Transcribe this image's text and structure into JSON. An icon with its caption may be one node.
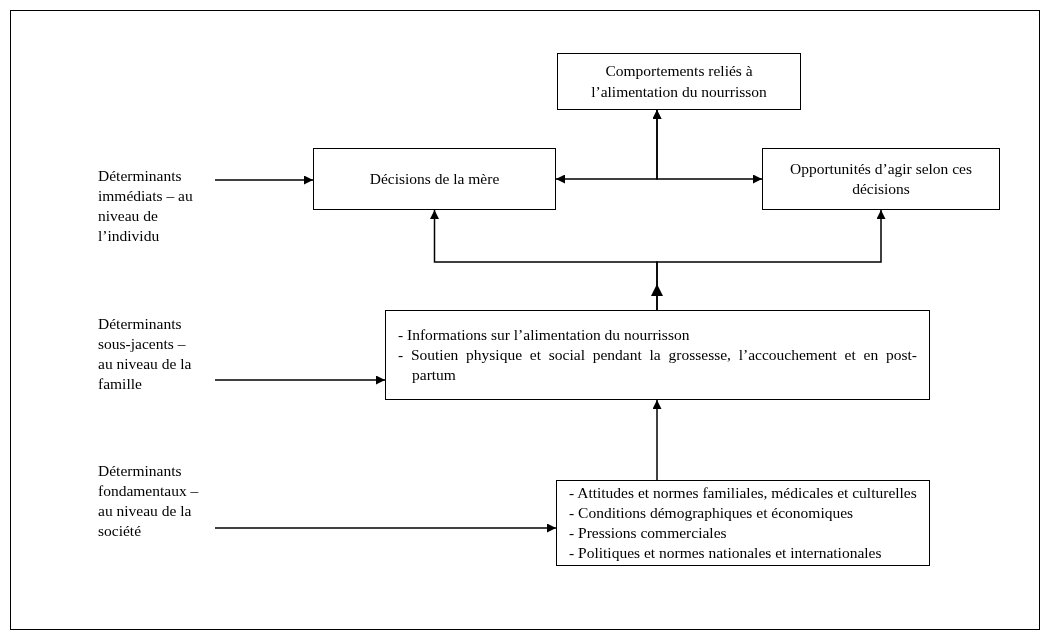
{
  "diagram": {
    "nodes": [
      {
        "text": [
          "Comportements reliés à l’alimentation du nourrisson"
        ]
      },
      {
        "text": [
          "Déterminants immédiats – au niveau de l’individu"
        ]
      },
      {
        "text": [
          "Décisions de la mère"
        ]
      },
      {
        "text": [
          "Opportunités d’agir selon ces décisions"
        ]
      },
      {
        "text": [
          "Déterminants sous-jacents – au niveau de la famille"
        ]
      },
      {
        "text": [
          "- Informations sur l’alimentation du nourrisson",
          "- Soutien physique et social pendant la grossesse, l’accouchement et en post-partum"
        ]
      },
      {
        "text": [
          "Déterminants fondamentaux – au niveau de la société"
        ]
      },
      {
        "text": [
          "- Attitudes et normes familiales, médicales et culturelles",
          "- Conditions démographiques et économiques",
          "- Pressions commerciales",
          "- Politiques et normes nationales et internationales"
        ]
      }
    ],
    "edges": [
      {
        "from": 1,
        "to": 2,
        "arrow": "to"
      },
      {
        "from": 2,
        "to": 0,
        "arrow": "both"
      },
      {
        "from": 3,
        "to": 0,
        "arrow": "both"
      },
      {
        "from": 5,
        "to": 2,
        "arrow": "to"
      },
      {
        "from": 5,
        "to": 3,
        "arrow": "to"
      },
      {
        "from": 4,
        "to": 5,
        "arrow": "to"
      },
      {
        "from": 7,
        "to": 5,
        "arrow": "to"
      },
      {
        "from": 6,
        "to": 7,
        "arrow": "to"
      }
    ]
  }
}
